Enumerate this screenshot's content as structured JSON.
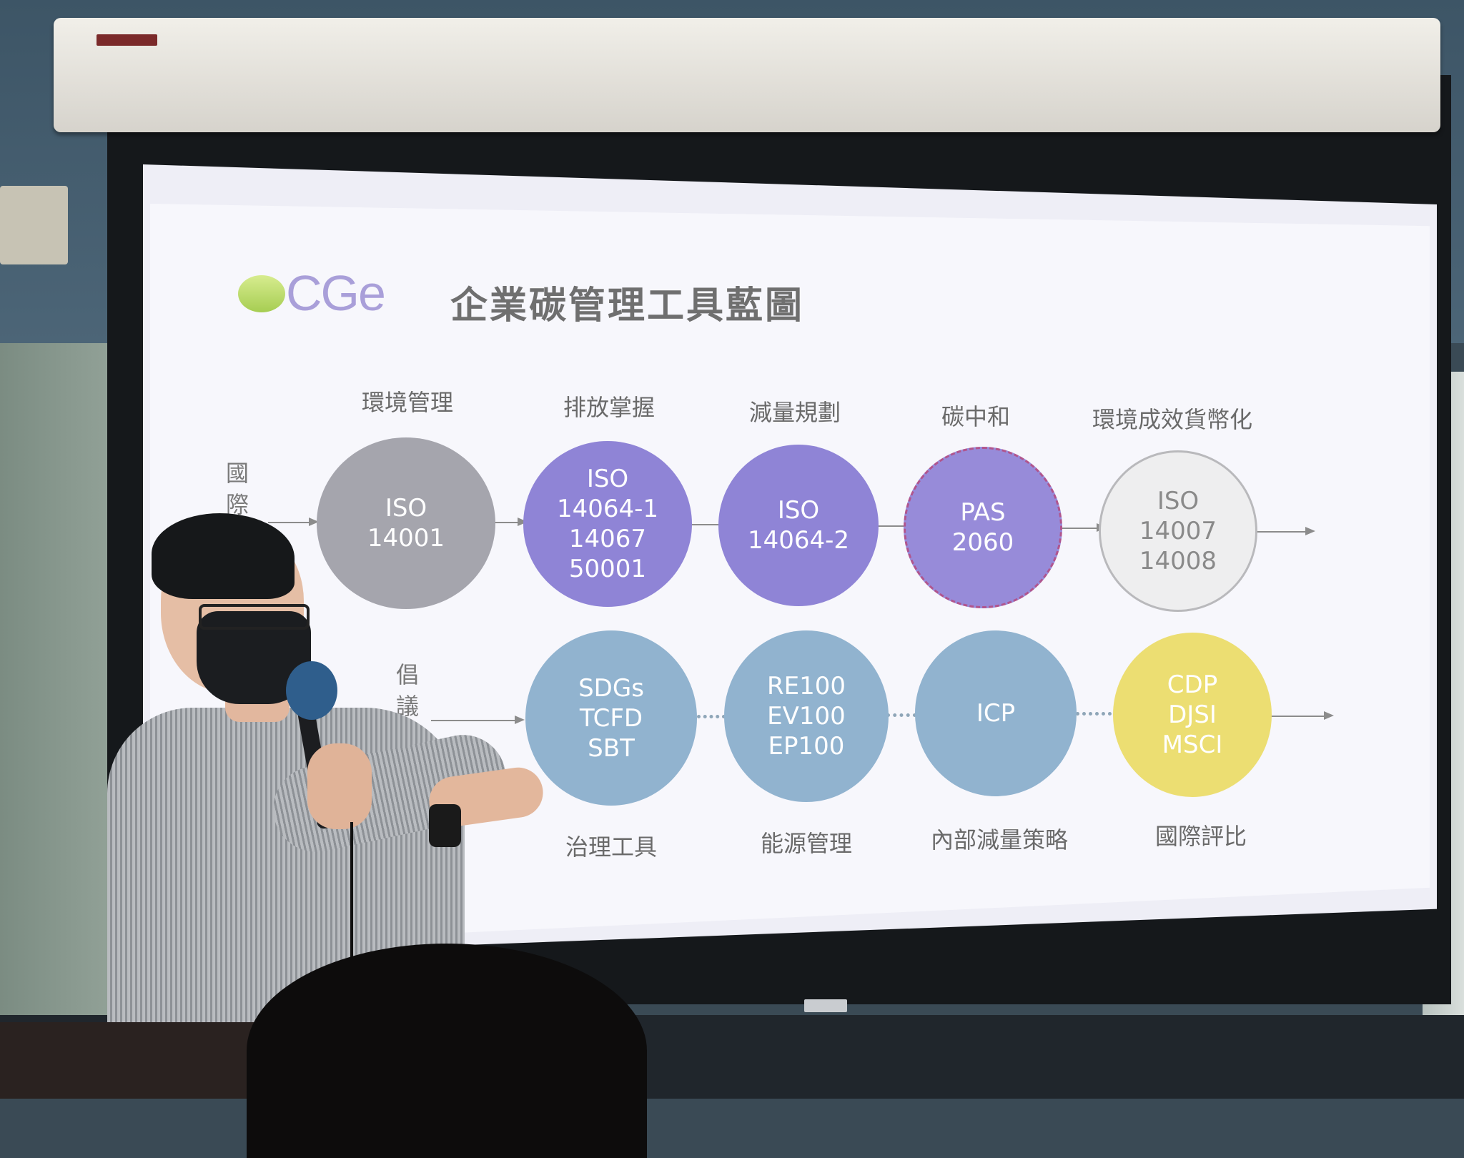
{
  "slide": {
    "logo_text": "CGe",
    "title": "企業碳管理工具藍圖",
    "international": {
      "side_label": "國際",
      "categories": [
        "環境管理",
        "排放掌握",
        "減量規劃",
        "碳中和",
        "環境成效貨幣化"
      ],
      "circles": [
        {
          "lines": [
            "ISO",
            "14001"
          ],
          "color": "#a5a5ad"
        },
        {
          "lines": [
            "ISO",
            "14064-1",
            "14067",
            "50001"
          ],
          "color": "#8f84d6"
        },
        {
          "lines": [
            "ISO",
            "14064-2"
          ],
          "color": "#8f84d6"
        },
        {
          "lines": [
            "PAS",
            "2060"
          ],
          "color": "#978bd9"
        },
        {
          "lines": [
            "ISO",
            "14007",
            "14008"
          ],
          "color": "#eeeeef"
        }
      ]
    },
    "initiative": {
      "side_label": "倡議工具",
      "categories": [
        "治理工具",
        "能源管理",
        "內部減量策略",
        "國際評比"
      ],
      "circles": [
        {
          "lines": [
            "SDGs",
            "TCFD",
            "SBT"
          ],
          "color": "#91b3cf"
        },
        {
          "lines": [
            "RE100",
            "EV100",
            "EP100"
          ],
          "color": "#91b3cf"
        },
        {
          "lines": [
            "ICP"
          ],
          "color": "#91b3cf"
        },
        {
          "lines": [
            "CDP",
            "DJSI",
            "MSCI"
          ],
          "color": "#ecde72"
        }
      ]
    }
  }
}
